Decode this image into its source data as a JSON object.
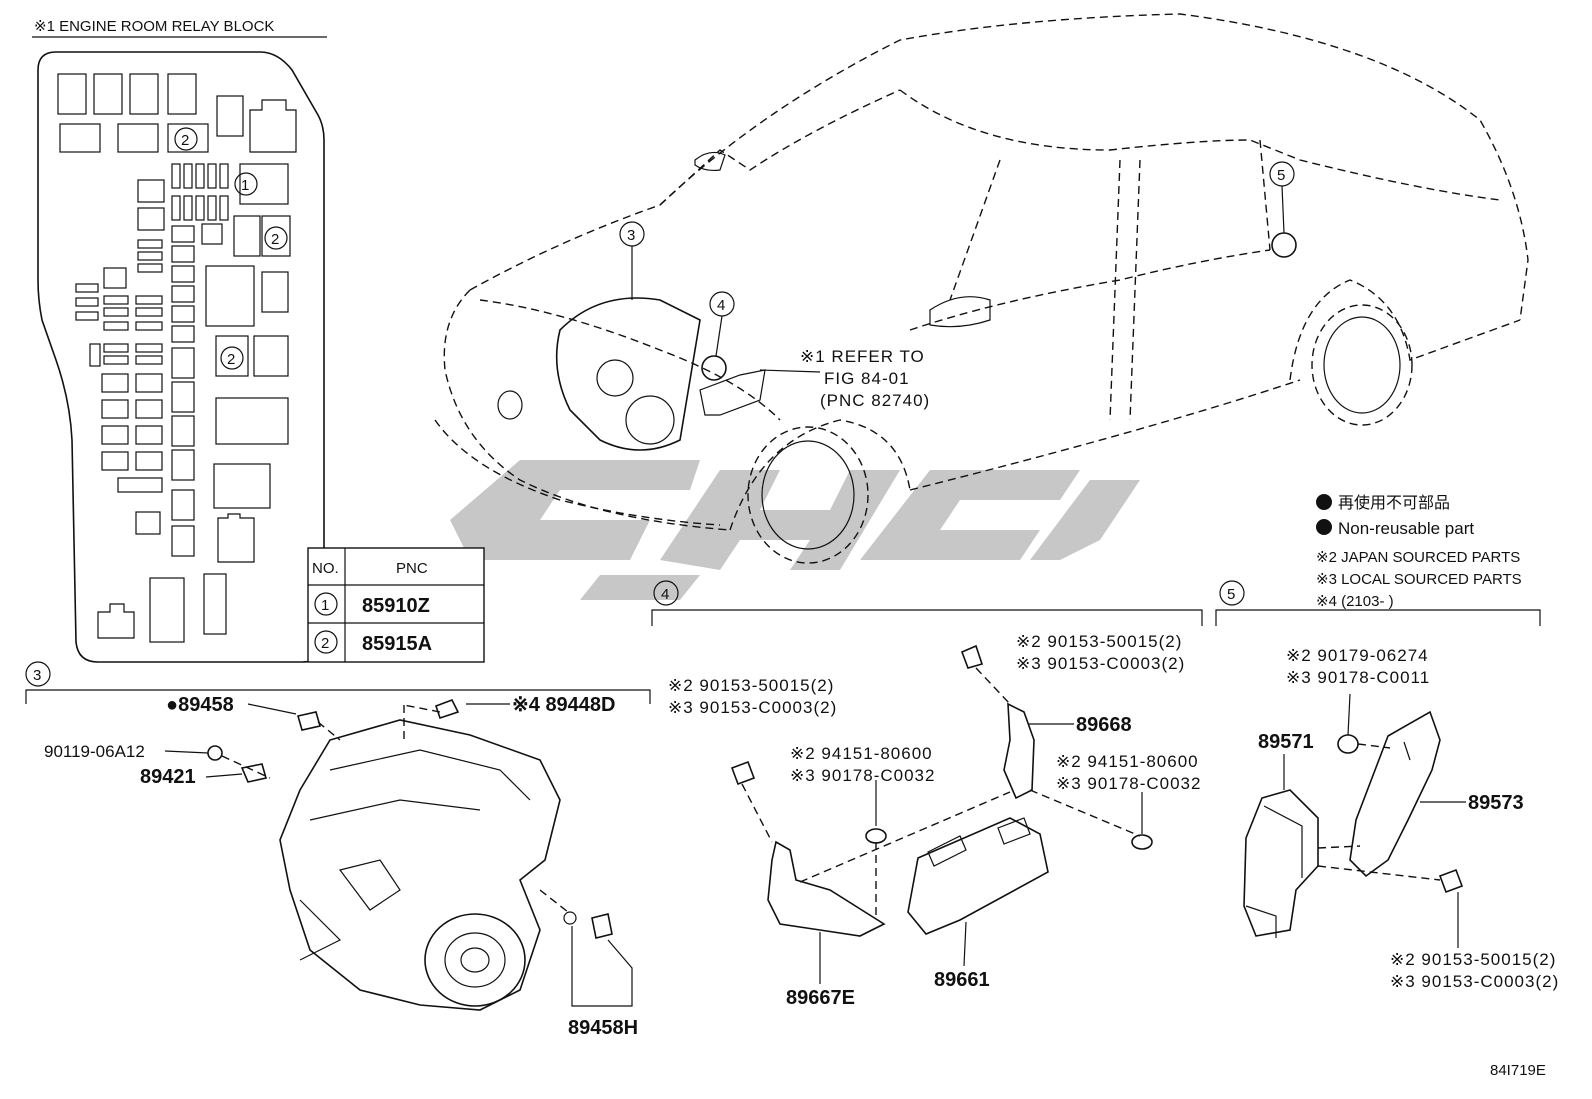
{
  "relay_block": {
    "title": "※1 ENGINE ROOM RELAY BLOCK",
    "markers": [
      "1",
      "2",
      "2",
      "2"
    ]
  },
  "pnc_table": {
    "headers": [
      "NO.",
      "PNC"
    ],
    "rows": [
      {
        "no": "1",
        "pnc": "85910Z"
      },
      {
        "no": "2",
        "pnc": "85915A"
      }
    ]
  },
  "car_view": {
    "callouts": [
      "3",
      "4",
      "5"
    ],
    "refer_note": [
      "※1 REFER TO",
      "FIG 84-01",
      "(PNC 82740)"
    ]
  },
  "legend": {
    "line_jp": "再使用不可部品",
    "line_en": "Non-reusable part",
    "notes": [
      "※2 JAPAN SOURCED PARTS",
      "※3 LOCAL SOURCED PARTS",
      "※4 (2103-     )"
    ]
  },
  "section3": {
    "number": "3",
    "parts": {
      "p89458": "●89458",
      "p89448d": "※4 89448D",
      "p90119": "90119-06A12",
      "p89421": "89421",
      "p89458h": "89458H"
    }
  },
  "section4": {
    "number": "4",
    "bolt_left": [
      "※2 90153-50015(2)",
      "※3 90153-C0003(2)"
    ],
    "bolt_top": [
      "※2 90153-50015(2)",
      "※3 90153-C0003(2)"
    ],
    "nut_left": [
      "※2 94151-80600",
      "※3 90178-C0032"
    ],
    "nut_right": [
      "※2 94151-80600",
      "※3 90178-C0032"
    ],
    "p89668": "89668",
    "p89661": "89661",
    "p89667e": "89667E"
  },
  "section5": {
    "number": "5",
    "nut_top": [
      "※2 90179-06274",
      "※3 90178-C0011"
    ],
    "p89571": "89571",
    "p89573": "89573",
    "bolt_bottom": [
      "※2 90153-50015(2)",
      "※3 90153-C0003(2)"
    ]
  },
  "figure_code": "84I719E"
}
